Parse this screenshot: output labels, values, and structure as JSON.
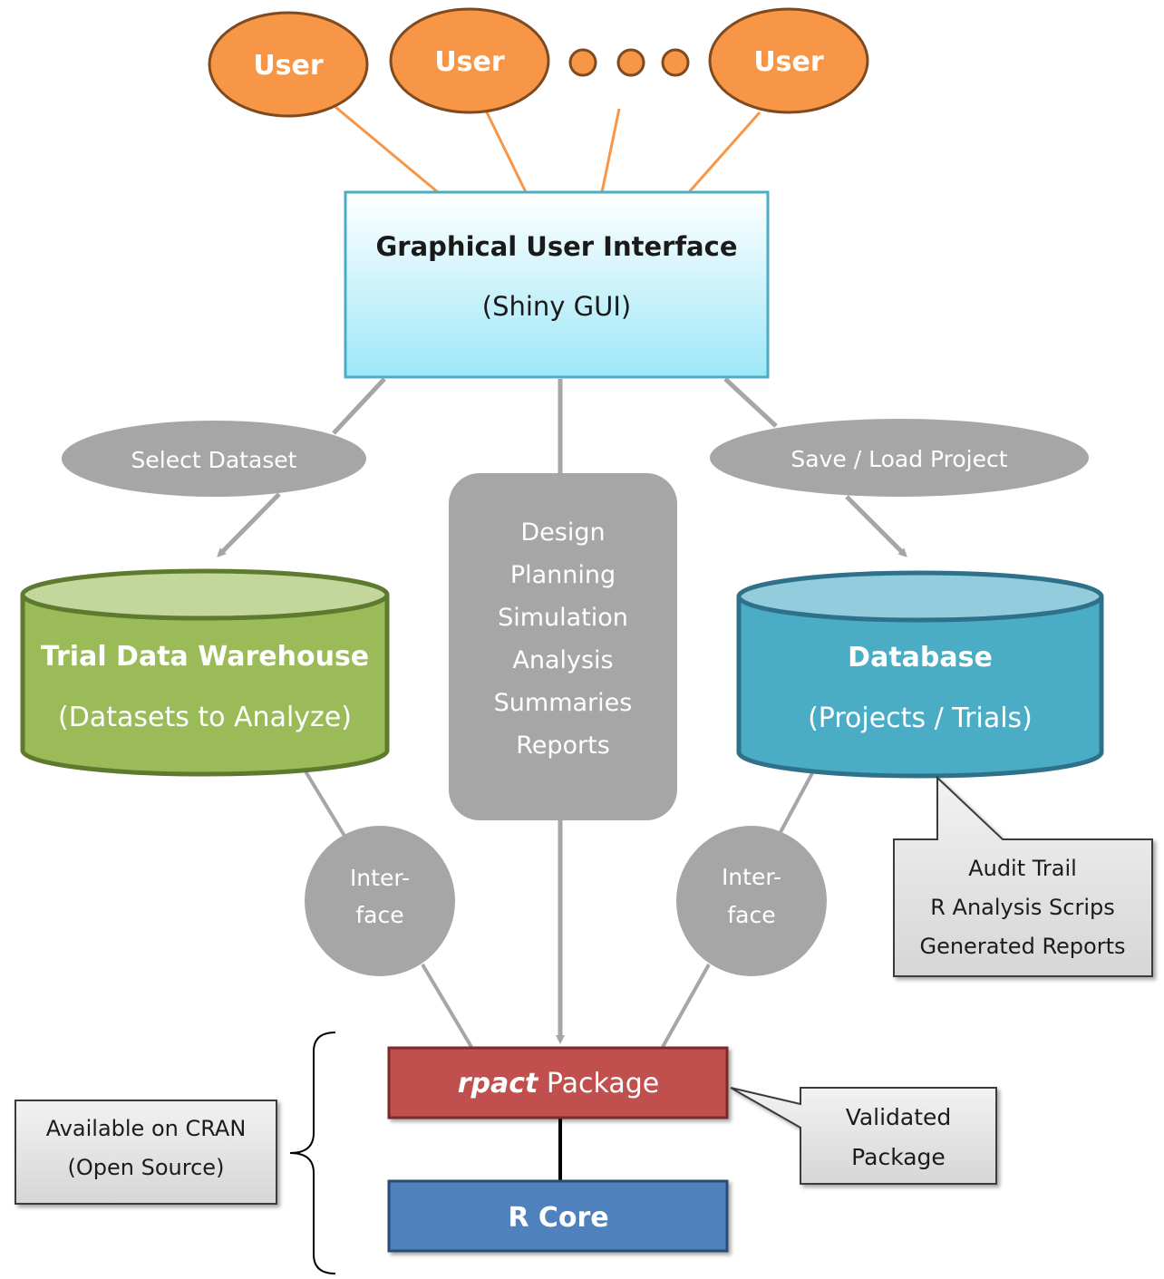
{
  "users": {
    "user_1": "User",
    "user_2": "User",
    "user_3": "User"
  },
  "gui": {
    "title": "Graphical User Interface",
    "subtitle": "(Shiny GUI)"
  },
  "edges": {
    "select_dataset": "Select Dataset",
    "save_load_project": "Save / Load Project"
  },
  "warehouse": {
    "title": "Trial Data Warehouse",
    "subtitle": "(Datasets to Analyze)"
  },
  "database": {
    "title": "Database",
    "subtitle": "(Projects / Trials)"
  },
  "functions": [
    "Design",
    "Planning",
    "Simulation",
    "Analysis",
    "Summaries",
    "Reports"
  ],
  "interface_left": {
    "line1": "Inter-",
    "line2": "face"
  },
  "interface_right": {
    "line1": "Inter-",
    "line2": "face"
  },
  "audit_callout": [
    "Audit Trail",
    "R Analysis Scrips",
    "Generated Reports"
  ],
  "rpact": {
    "name": "rpact",
    "suffix": " Package"
  },
  "rcore": {
    "label": "R Core"
  },
  "cran_callout": {
    "line1": "Available on CRAN",
    "line2": "(Open Source)"
  },
  "validated_callout": {
    "line1": "Validated",
    "line2": "Package"
  },
  "colors": {
    "user": "#f79646",
    "gui_top": "#ffffff",
    "gui_bottom": "#9ee7f7",
    "gray_node": "#a6a6a6",
    "warehouse": "#9bbb59",
    "database": "#4bacc6",
    "rpact": "#c0504d",
    "rcore": "#4f81bd"
  }
}
